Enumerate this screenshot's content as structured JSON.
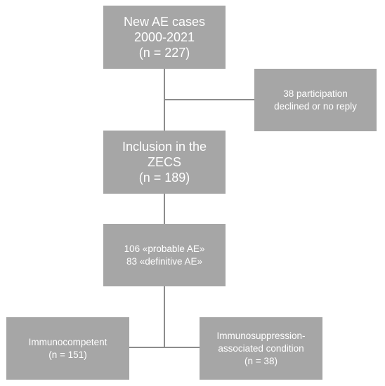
{
  "flowchart": {
    "new_cases": {
      "lines": [
        "New AE cases",
        "2000-2021",
        "(n = 227)"
      ]
    },
    "excluded": {
      "lines": [
        "38 participation",
        "declined or no reply"
      ]
    },
    "inclusion": {
      "lines": [
        "Inclusion in the",
        "ZECS",
        "(n = 189)"
      ]
    },
    "classification": {
      "lines": [
        "106 «probable AE»",
        "83 «definitive AE»"
      ]
    },
    "immunocompetent": {
      "lines": [
        "Immunocompetent",
        "(n = 151)"
      ]
    },
    "immunosuppressed": {
      "lines": [
        "Immunosuppression-",
        "associated condition",
        "(n = 38)"
      ]
    }
  },
  "colors": {
    "box_fill": "#a6a6a6",
    "box_text": "#ffffff",
    "connector": "#8c8c8c"
  }
}
